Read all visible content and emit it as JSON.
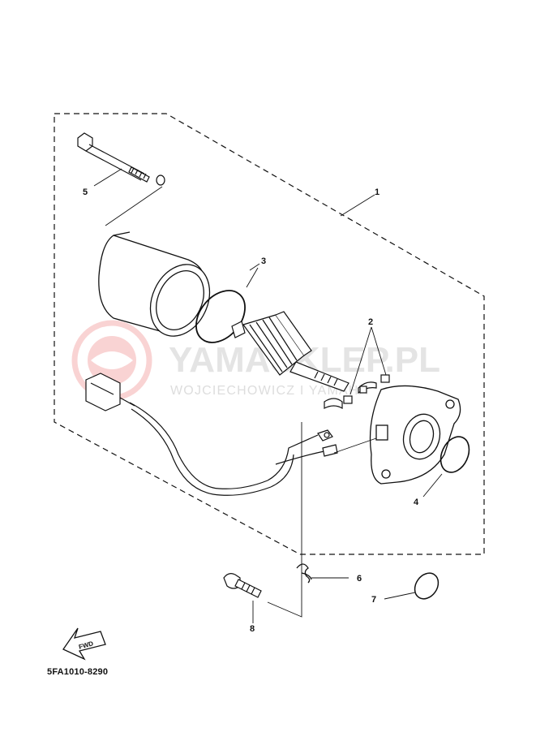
{
  "diagram_code": "5FA1010-8290",
  "watermark": {
    "title": "YAMASKLEP.PL",
    "subtitle": "WOJCIECHOWICZ I YAMAHA"
  },
  "fwd_label": "FWD",
  "callouts": [
    {
      "id": "1",
      "label": "1"
    },
    {
      "id": "2",
      "label": "2"
    },
    {
      "id": "3",
      "label": "3"
    },
    {
      "id": "4",
      "label": "4"
    },
    {
      "id": "5",
      "label": "5"
    },
    {
      "id": "6",
      "label": "6"
    },
    {
      "id": "7",
      "label": "7"
    },
    {
      "id": "8",
      "label": "8"
    }
  ],
  "colors": {
    "line": "#111111",
    "watermark": "#cfcfcf",
    "watermark_logo": "#f2a0a0"
  }
}
